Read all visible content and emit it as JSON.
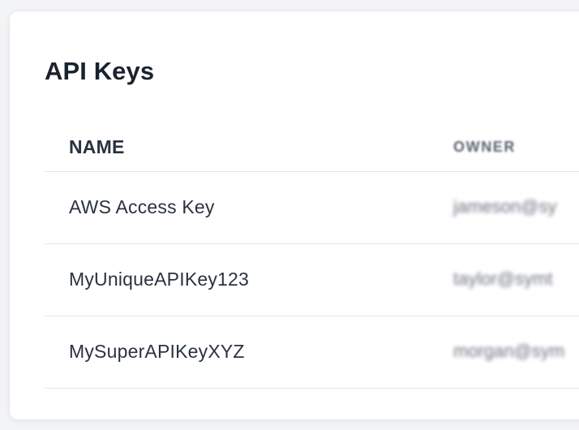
{
  "title": "API Keys",
  "table": {
    "columns": {
      "name": "NAME",
      "owner": "OWNER"
    },
    "rows": [
      {
        "name": "AWS Access Key",
        "owner": "jameson@sy"
      },
      {
        "name": "MyUniqueAPIKey123",
        "owner": "taylor@symt"
      },
      {
        "name": "MySuperAPIKeyXYZ",
        "owner": "morgan@sym"
      }
    ]
  }
}
